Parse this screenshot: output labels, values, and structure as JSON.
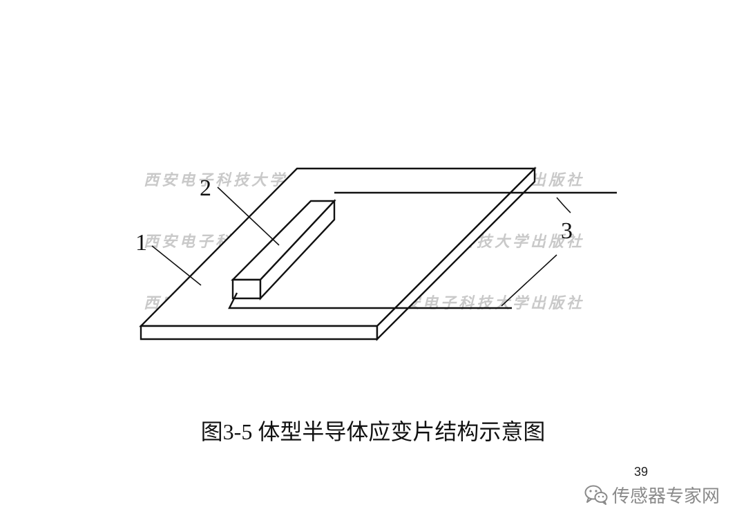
{
  "diagram": {
    "labels": {
      "substrate": "1",
      "silicon_bar": "2",
      "leads": "3"
    },
    "watermark_text": "西安电子科技大学出版社"
  },
  "caption": "图3-5 体型半导体应变片结构示意图",
  "page_number": "39",
  "brand": {
    "icon": "wechat-icon",
    "name": "传感器专家网"
  }
}
